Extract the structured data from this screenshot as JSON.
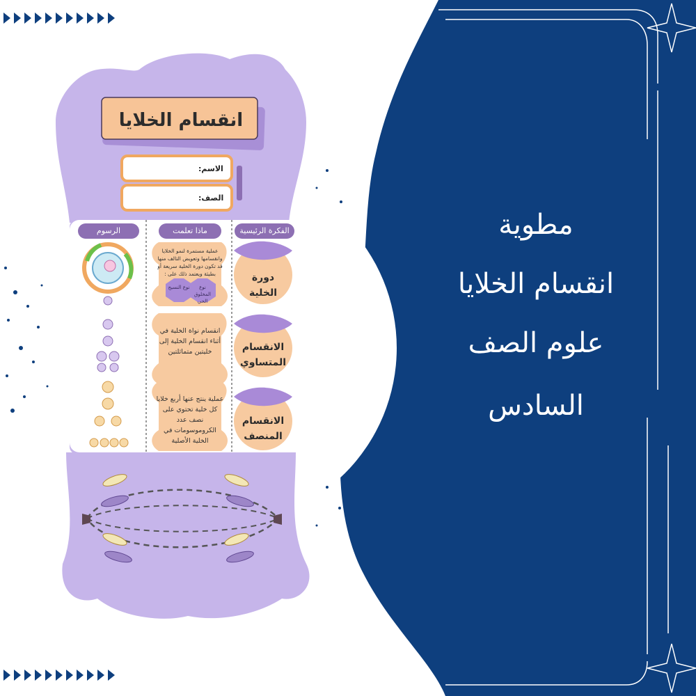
{
  "cover": {
    "lines": [
      "مطوية",
      "انقسام الخلايا",
      "علوم الصف",
      "السادس"
    ]
  },
  "foldable": {
    "title": "انقسام الخلايا",
    "fields": {
      "name_label": "الاسم:",
      "class_label": "الصف:"
    },
    "columns": [
      "الفكرة الرئيسية",
      "ماذا تعلمت",
      "الرسوم"
    ],
    "rows": [
      {
        "idea": "دورة الخلية",
        "learned": "عملية مستمرة لنمو الخلايا وانقسامها وتعويض التالف منها قد تكون دورة الخلية سريعة أو بطيئة ويعتمد ذلك على :",
        "hex_left": "نوع النسيج",
        "hex_right": "نوع المخلوق الحي"
      },
      {
        "idea": "الانقسام المتساوي",
        "learned": "انقسام نواة الخلية في أثناء انقسام الخلية إلى خليتين متماثلتين"
      },
      {
        "idea": "الانقسام المنصف",
        "learned": "عملية ينتج عنها أربع خلايا كل خلية تحتوي على نصف عدد الكروموسومات في الخلية الأصلية"
      }
    ]
  },
  "colors": {
    "navy": "#0e3f7e",
    "lavender": "#c6b5ea",
    "purple": "#8d6fb3",
    "peach": "#f7caa0",
    "orange": "#f0a860"
  }
}
